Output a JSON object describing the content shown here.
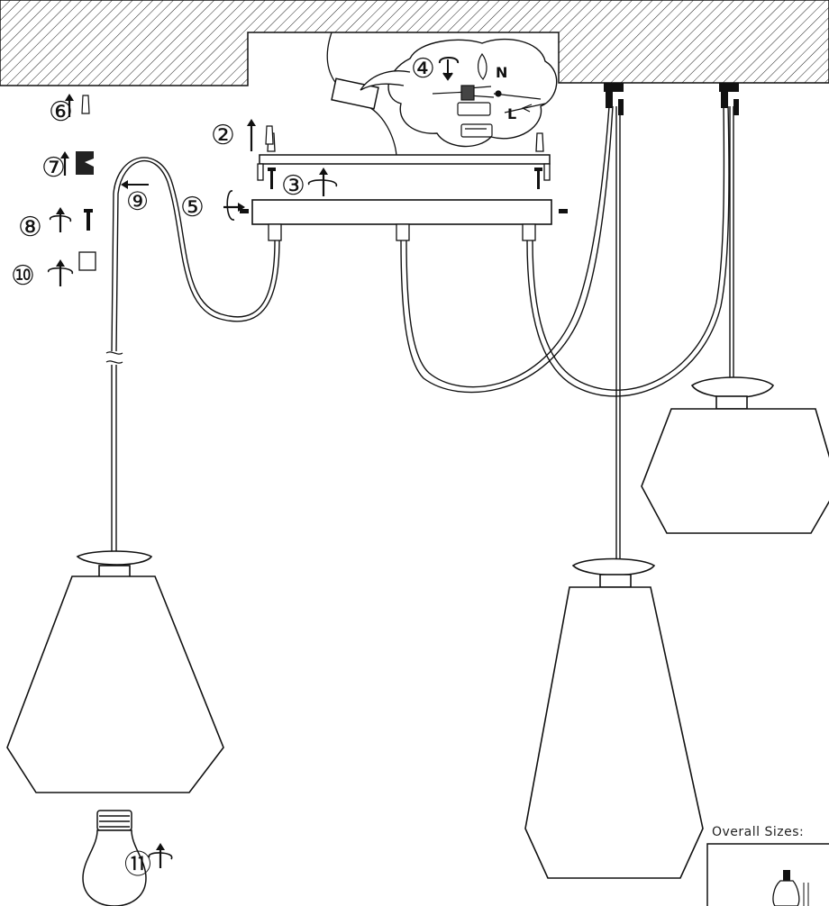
{
  "steps": {
    "s2": "②",
    "s3": "③",
    "s4": "④",
    "s5": "⑤",
    "s6": "⑥",
    "s7": "⑦",
    "s8": "⑧",
    "s9": "⑨",
    "s10": "⑩",
    "s11": "⑪"
  },
  "wiring": {
    "neutral": "N",
    "live": "L"
  },
  "overall_sizes_label": "Overall Sizes:"
}
